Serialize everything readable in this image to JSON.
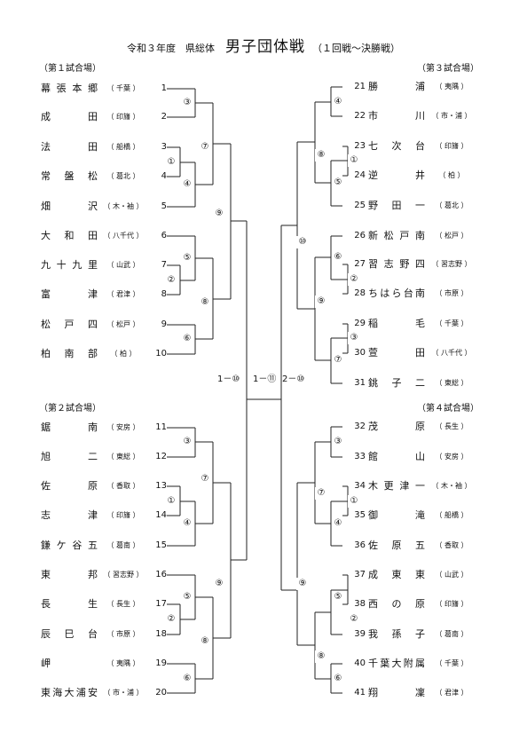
{
  "title": {
    "prefix": "令和３年度　県総体",
    "main": "男子団体戦",
    "suffix": "（１回戦〜決勝戦）"
  },
  "venues": {
    "v1": "（第１試合場）",
    "v2": "（第２試合場）",
    "v3": "（第３試合場）",
    "v4": "（第４試合場）"
  },
  "left_entries": [
    {
      "name": "幕張本郷",
      "pref": "（ 千葉 ）",
      "no": "1"
    },
    {
      "name": "成田",
      "pref": "（ 印旛 ）",
      "no": "2"
    },
    {
      "name": "法田",
      "pref": "（ 船橋 ）",
      "no": "3"
    },
    {
      "name": "常盤松",
      "pref": "（ 葛北 ）",
      "no": "4"
    },
    {
      "name": "畑沢",
      "pref": "（ 木・袖 ）",
      "no": "5"
    },
    {
      "name": "大和田",
      "pref": "（ 八千代 ）",
      "no": "6"
    },
    {
      "name": "九十九里",
      "pref": "（ 山武 ）",
      "no": "7"
    },
    {
      "name": "富津",
      "pref": "（ 君津 ）",
      "no": "8"
    },
    {
      "name": "松戸四",
      "pref": "（ 松戸 ）",
      "no": "9"
    },
    {
      "name": "柏南部",
      "pref": "（ 柏 ）",
      "no": "10"
    },
    {
      "name": "鋸南",
      "pref": "（ 安房 ）",
      "no": "11"
    },
    {
      "name": "旭二",
      "pref": "（ 東総 ）",
      "no": "12"
    },
    {
      "name": "佐原",
      "pref": "（ 香取 ）",
      "no": "13"
    },
    {
      "name": "志津",
      "pref": "（ 印旛 ）",
      "no": "14"
    },
    {
      "name": "鎌ケ谷五",
      "pref": "（ 葛南 ）",
      "no": "15"
    },
    {
      "name": "東邦",
      "pref": "（ 習志野 ）",
      "no": "16"
    },
    {
      "name": "長生",
      "pref": "（ 長生 ）",
      "no": "17"
    },
    {
      "name": "辰巳台",
      "pref": "（ 市原 ）",
      "no": "18"
    },
    {
      "name": "岬",
      "pref": "（ 夷隅 ）",
      "no": "19"
    },
    {
      "name": "東海大浦安",
      "pref": "（ 市・浦 ）",
      "no": "20"
    }
  ],
  "right_entries": [
    {
      "no": "21",
      "name": "勝浦",
      "pref": "（ 夷隅 ）"
    },
    {
      "no": "22",
      "name": "市川",
      "pref": "（ 市・浦 ）"
    },
    {
      "no": "23",
      "name": "七次台",
      "pref": "（ 印旛 ）"
    },
    {
      "no": "24",
      "name": "逆井",
      "pref": "（ 柏 ）"
    },
    {
      "no": "25",
      "name": "野田一",
      "pref": "（ 葛北 ）"
    },
    {
      "no": "26",
      "name": "新松戸南",
      "pref": "（ 松戸 ）"
    },
    {
      "no": "27",
      "name": "習志野四",
      "pref": "（ 習志野 ）"
    },
    {
      "no": "28",
      "name": "ちはら台南",
      "pref": "（ 市原 ）"
    },
    {
      "no": "29",
      "name": "稲毛",
      "pref": "（ 千葉 ）"
    },
    {
      "no": "30",
      "name": "萱田",
      "pref": "（ 八千代 ）"
    },
    {
      "no": "31",
      "name": "銚子二",
      "pref": "（ 東総 ）"
    },
    {
      "no": "32",
      "name": "茂原",
      "pref": "（ 長生 ）"
    },
    {
      "no": "33",
      "name": "館山",
      "pref": "（ 安房 ）"
    },
    {
      "no": "34",
      "name": "木更津一",
      "pref": "（ 木・袖 ）"
    },
    {
      "no": "35",
      "name": "御滝",
      "pref": "（ 船橋 ）"
    },
    {
      "no": "36",
      "name": "佐原五",
      "pref": "（ 香取 ）"
    },
    {
      "no": "37",
      "name": "成東東",
      "pref": "（ 山武 ）"
    },
    {
      "no": "38",
      "name": "西の原",
      "pref": "（ 印旛 ）"
    },
    {
      "no": "39",
      "name": "我孫子",
      "pref": "（ 葛南 ）"
    },
    {
      "no": "40",
      "name": "千葉大附属",
      "pref": "（ 千葉 ）"
    },
    {
      "no": "41",
      "name": "翔凜",
      "pref": "（ 君津 ）"
    }
  ],
  "match_labels": {
    "L1": "③",
    "L2": "①",
    "L3": "④",
    "L4": "⑦",
    "L5": "⑨",
    "L6": "⑤",
    "L7": "②",
    "L8": "⑧",
    "L9": "⑥",
    "L10": "③",
    "L11": "①",
    "L12": "④",
    "L13": "⑦",
    "L14": "⑨",
    "L15": "⑤",
    "L16": "②",
    "L17": "⑧",
    "L18": "⑥",
    "R1": "④",
    "R2": "⑧",
    "R3": "①",
    "R4": "⑤",
    "R5": "⑩",
    "R6": "⑥",
    "R7": "②",
    "R8": "⑨",
    "R9": "③",
    "R10": "⑦",
    "R11": "③",
    "R12": "⑦",
    "R13": "①",
    "R14": "④",
    "R15": "⑨",
    "R16": "⑤",
    "R17": "②",
    "R18": "⑧",
    "R19": "⑥"
  },
  "final_labels": {
    "semi_left": "1－⑩",
    "final": "1－⑪",
    "semi_right": "2－⑩"
  }
}
